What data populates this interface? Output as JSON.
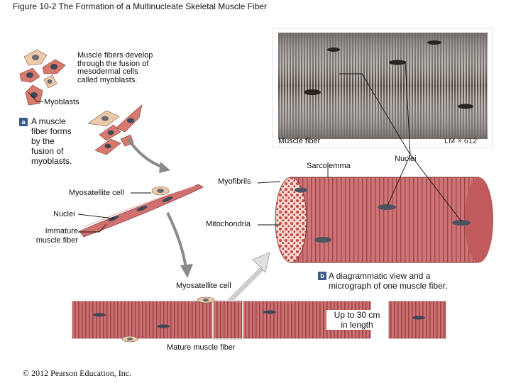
{
  "figure_title": "Figure 10-2  The Formation of a Multinucleate Skeletal Muscle Fiber",
  "labels": {
    "fusion_text": [
      "Muscle fibers develop",
      "through the fusion of",
      "mesodermal cells",
      "called myoblasts."
    ],
    "myoblasts": "Myoblasts",
    "panel_a_badge": "a",
    "panel_a_text": [
      "A muscle",
      "fiber forms",
      "by the",
      "fusion of",
      "myoblasts."
    ],
    "myosatellite_cell_top": "Myosatellite cell",
    "nuclei_left": "Nuclei",
    "immature_muscle_fiber": [
      "Immature",
      "muscle fiber"
    ],
    "muscle_fiber": "Muscle fiber",
    "magnification": "LM × 612",
    "sarcolemma": "Sarcolemma",
    "nuclei_right": "Nuclei",
    "myofibrils": "Myofibrils",
    "mitochondria": "Mitochondria",
    "panel_b_badge": "b",
    "panel_b_text": [
      "A diagrammatic view and a",
      "micrograph of one muscle fiber."
    ],
    "myosatellite_cell_bottom": "Myosatellite cell",
    "length_note": [
      "Up to 30 cm",
      "in length"
    ],
    "mature_muscle_fiber": "Mature muscle fiber"
  },
  "copyright": "© 2012 Pearson Education, Inc.",
  "colors": {
    "myoblast_fill": "#d9796e",
    "myoblast_pale": "#ecc9a8",
    "fiber_fill": "#c8696a",
    "fiber_stripe": "#a44a4c",
    "nucleus": "#3d4656",
    "micrograph_bg": "#8a8582",
    "badge": "#3a5a8a"
  }
}
